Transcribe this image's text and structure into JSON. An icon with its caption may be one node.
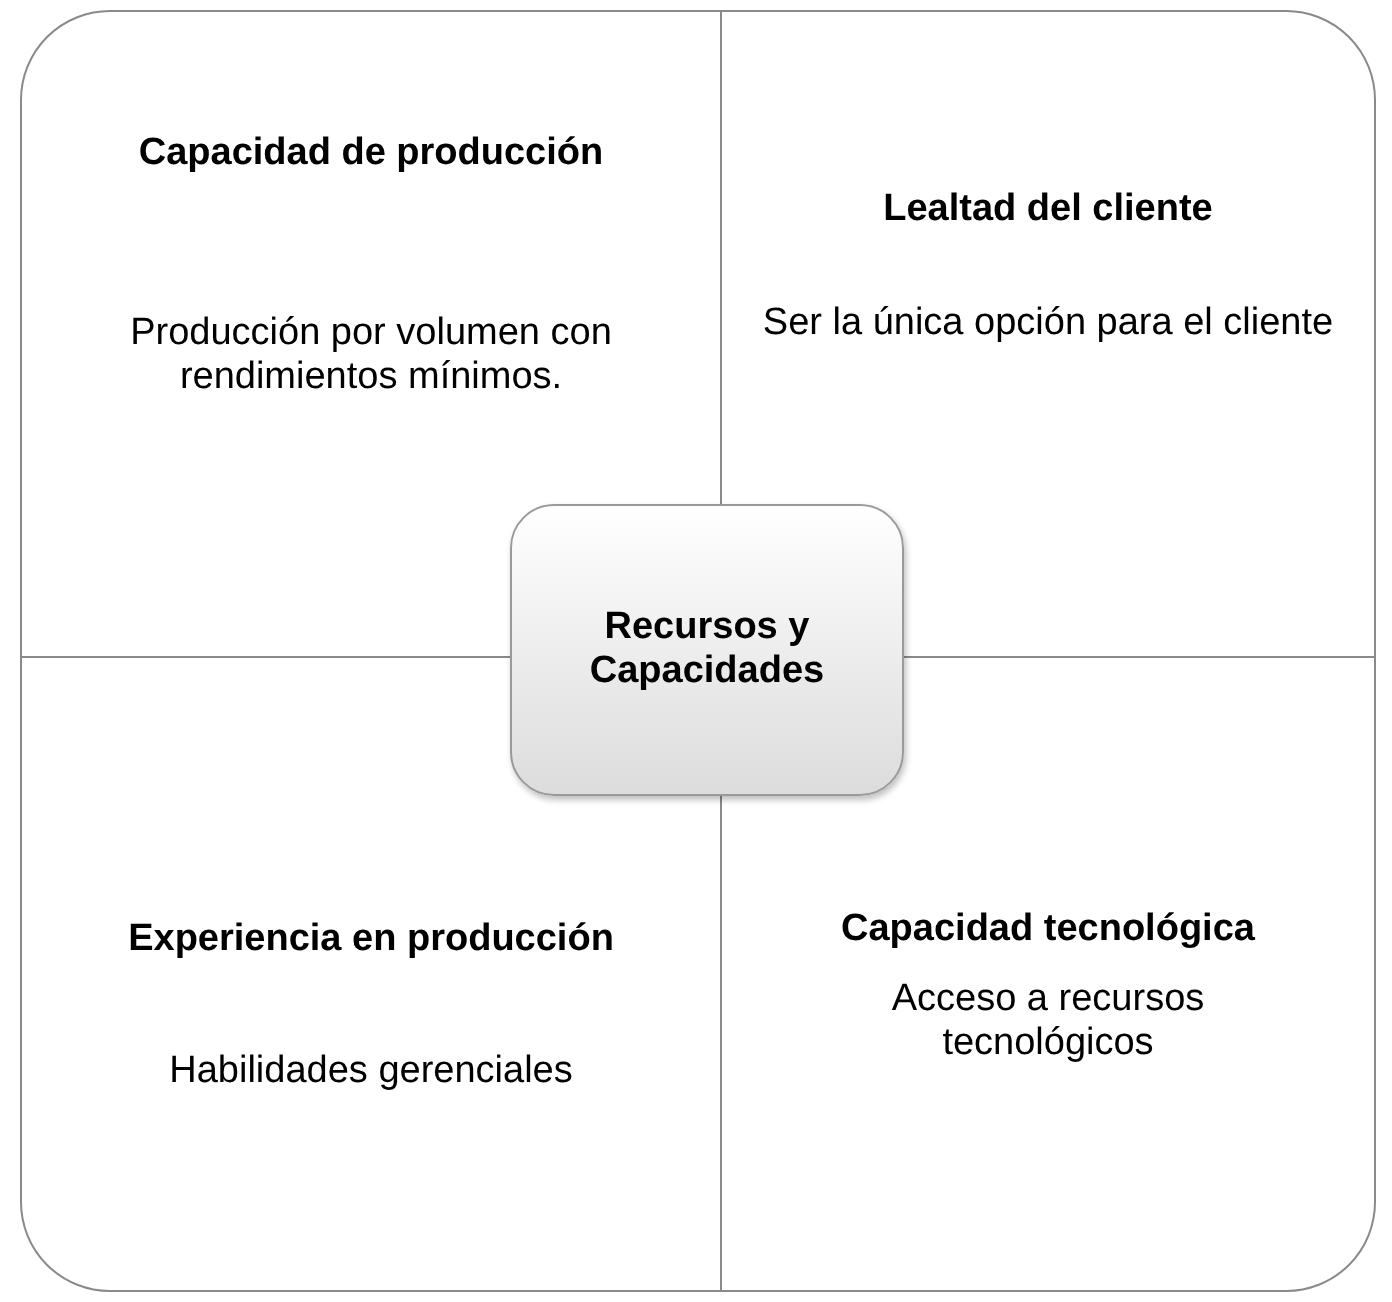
{
  "diagram": {
    "nodes": [
      {
        "text": [
          "Capacidad de producción",
          "Producción por volumen con rendimientos mínimos."
        ]
      },
      {
        "text": [
          "Lealtad del cliente",
          "Ser la única opción para el cliente"
        ]
      },
      {
        "text": [
          "Recursos y Capacidades"
        ]
      },
      {
        "text": [
          "Experiencia en producción",
          "Habilidades gerenciales"
        ]
      },
      {
        "text": [
          "Capacidad tecnológica",
          "Acceso a recursos tecnológicos"
        ]
      }
    ]
  }
}
